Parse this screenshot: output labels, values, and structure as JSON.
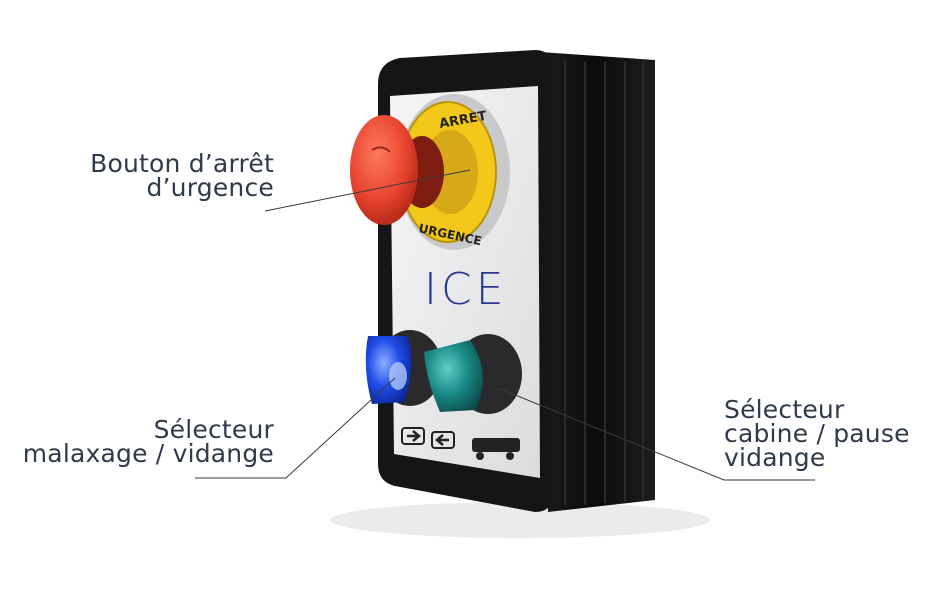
{
  "labels": {
    "emergency": {
      "line1": "Bouton d’arrêt",
      "line2": "d’urgence"
    },
    "mix_selector": {
      "line1": "Sélecteur",
      "line2": "malaxage / vidange"
    },
    "cabin_selector": {
      "line1": "Sélecteur",
      "line2": "cabine / pause",
      "line3": "vidange"
    }
  },
  "device": {
    "logo": "ICE",
    "ring_text_top": "ARRET",
    "ring_text_bottom": "URGENCE"
  },
  "colors": {
    "label_text": "#2f3a4a",
    "emergency_button": "#e84530",
    "ring": "#f3c81a",
    "blue_knob": "#1e4de8",
    "teal_knob": "#1a8a86"
  }
}
